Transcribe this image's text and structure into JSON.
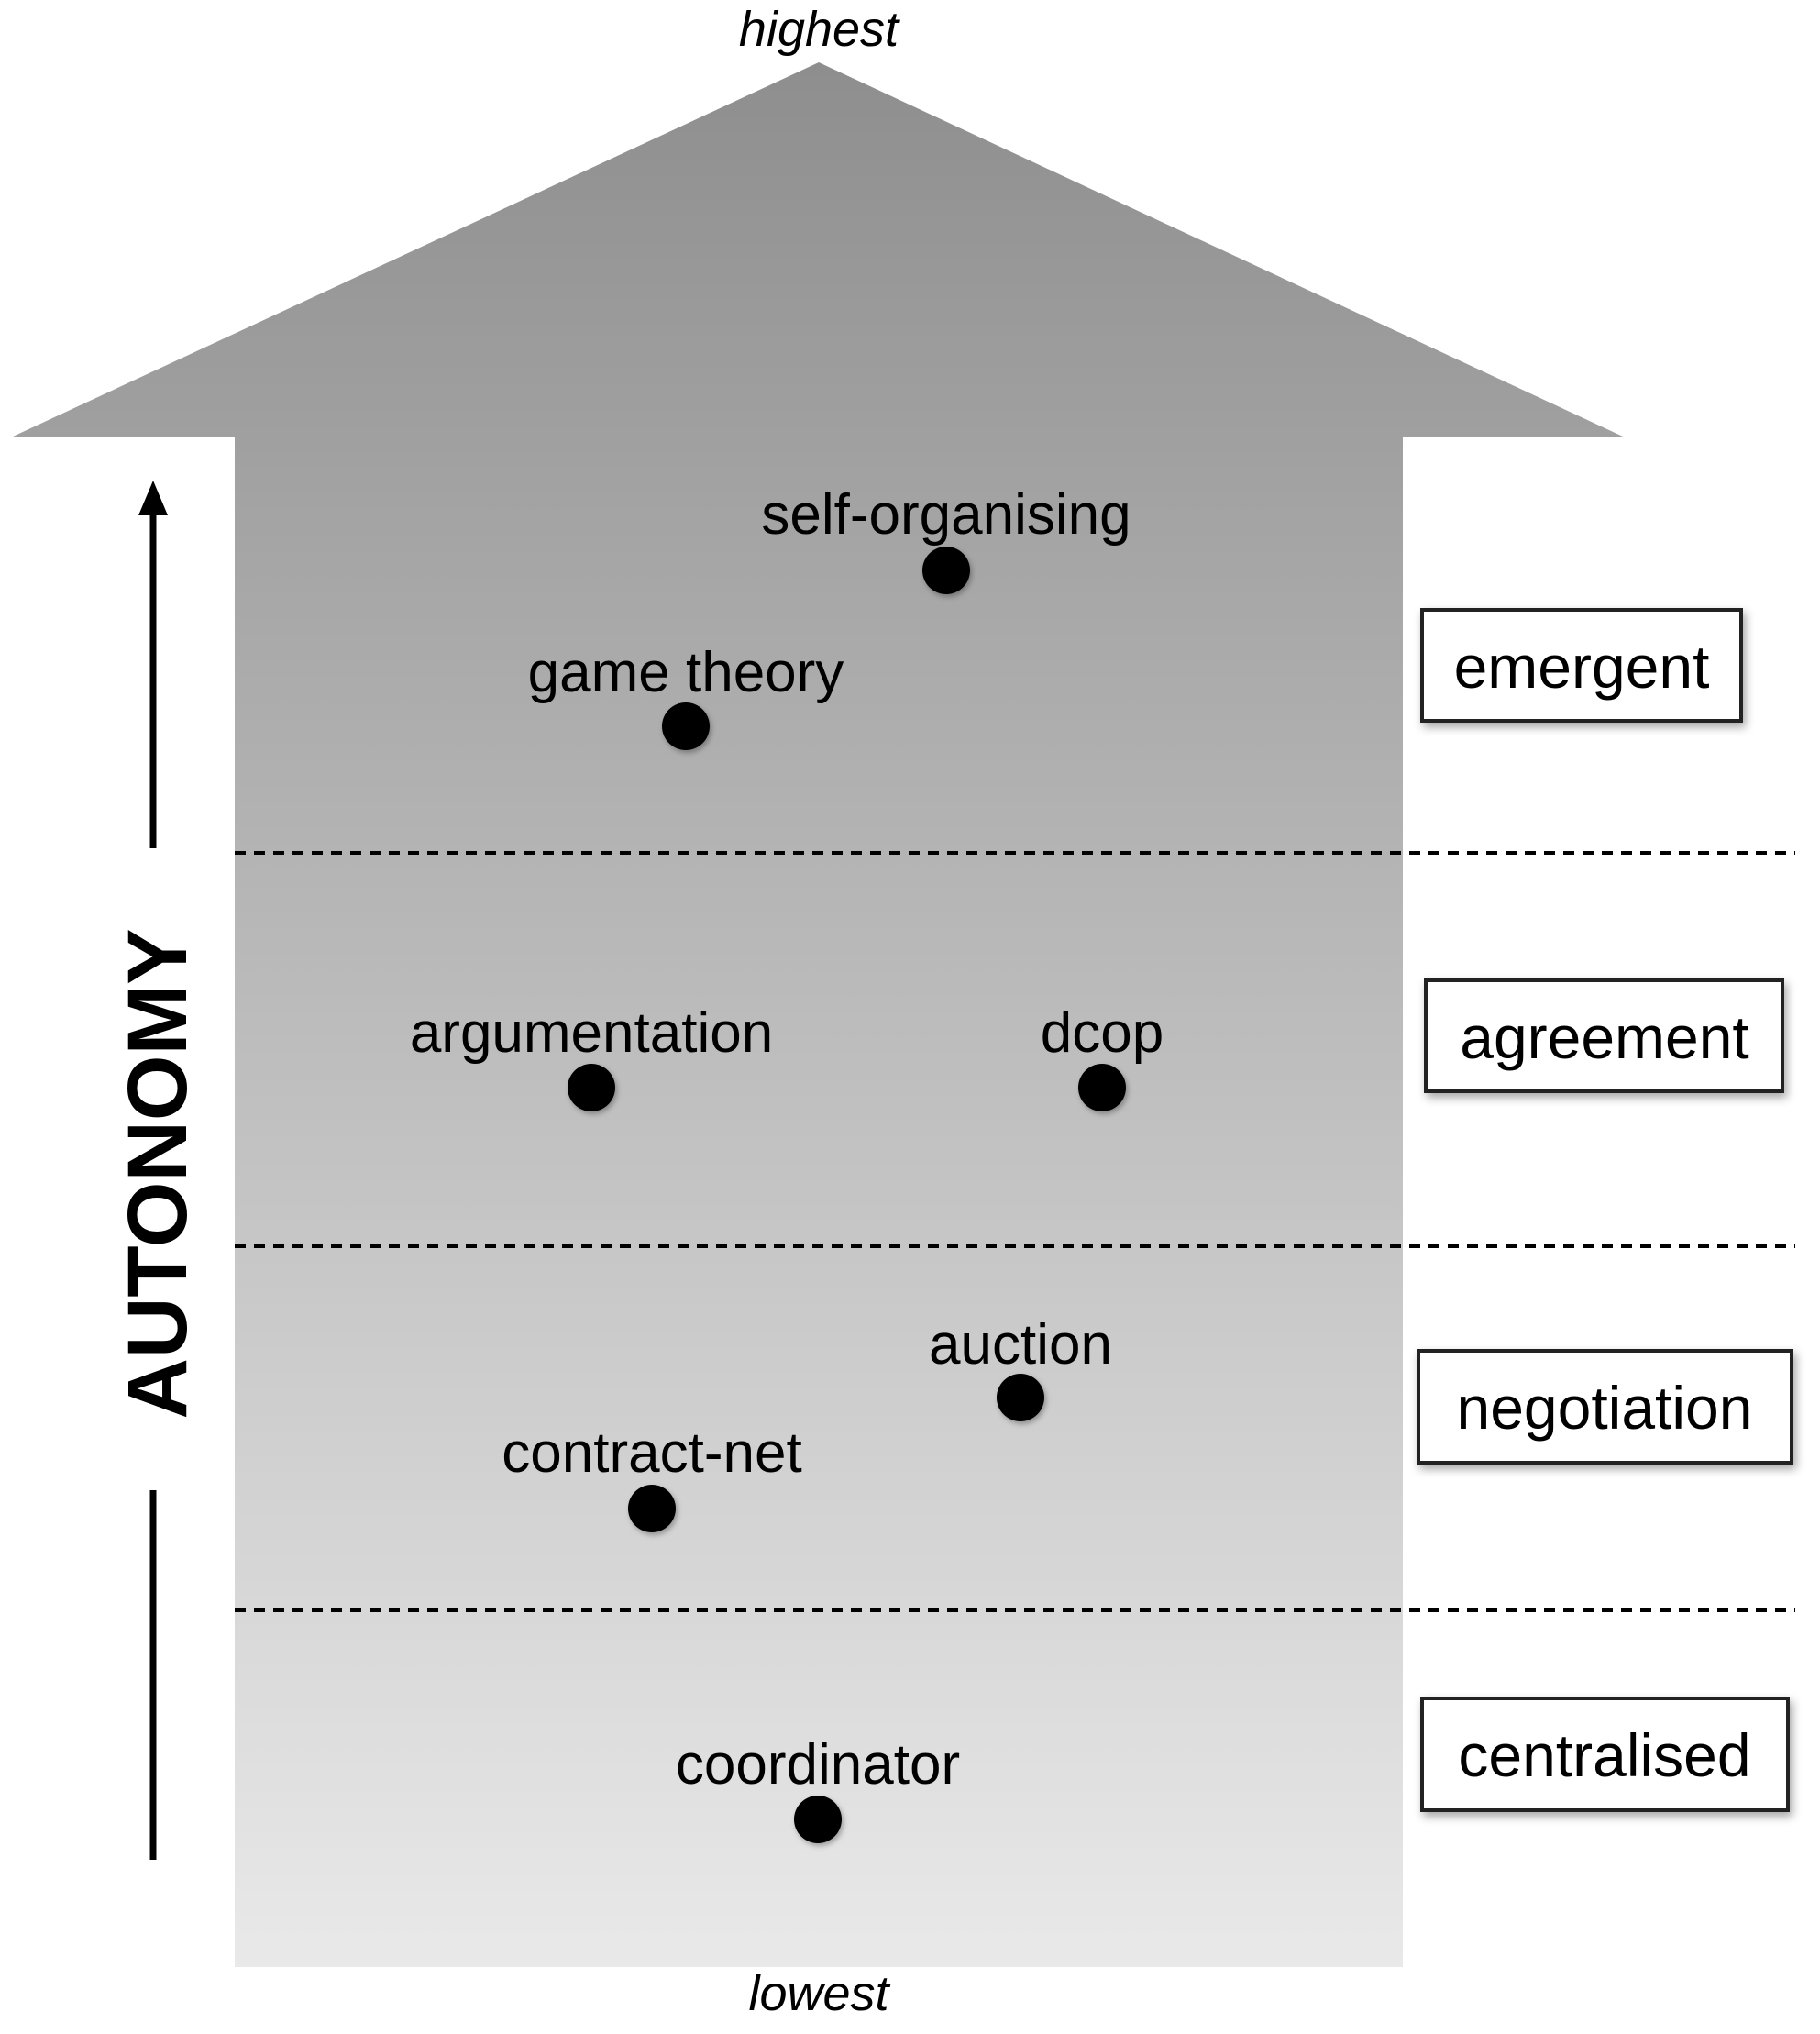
{
  "title_top": "highest",
  "title_bottom": "lowest",
  "axis_label": "AUTONOMY",
  "categories": [
    "emergent",
    "agreement",
    "negotiation",
    "centralised"
  ],
  "methods": [
    "self-organising",
    "game theory",
    "argumentation",
    "dcop",
    "auction",
    "contract-net",
    "coordinator"
  ],
  "colors": {
    "arrow_top": "#8e8e8e",
    "arrow_bottom": "#e9e9e9",
    "dot": "#000000"
  }
}
